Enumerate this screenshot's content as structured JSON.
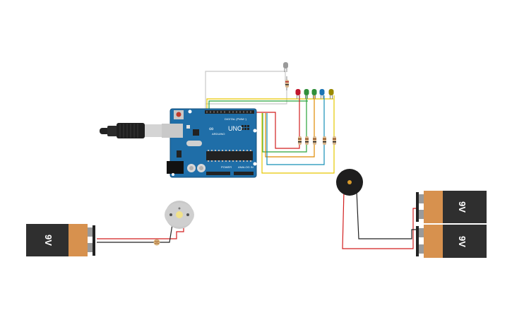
{
  "workspace": {
    "board": {
      "logo": "∞",
      "model": "UNO",
      "brand": "ARDUINO",
      "labels": [
        "DIGITAL (PWM~)",
        "POWER",
        "ANALOG IN"
      ]
    },
    "batteries": [
      {
        "label": "9V"
      },
      {
        "label": "9V"
      },
      {
        "label": "9V"
      }
    ],
    "led_colors": [
      "#c0162c",
      "#2f8f3a",
      "#2f8f3a",
      "#1b74b5",
      "#9a8a00"
    ],
    "wire_colors": {
      "red": "#d21f1f",
      "green": "#2aa33a",
      "orange": "#e08a00",
      "teal": "#1690b8",
      "yellow": "#e6c800",
      "black": "#222222",
      "gray": "#bbbbbb"
    },
    "components": [
      "arduino-uno",
      "usb-cable",
      "dc-motor",
      "photoresistor",
      "piezo-buzzer",
      "leds",
      "resistors",
      "9v-batteries"
    ]
  }
}
